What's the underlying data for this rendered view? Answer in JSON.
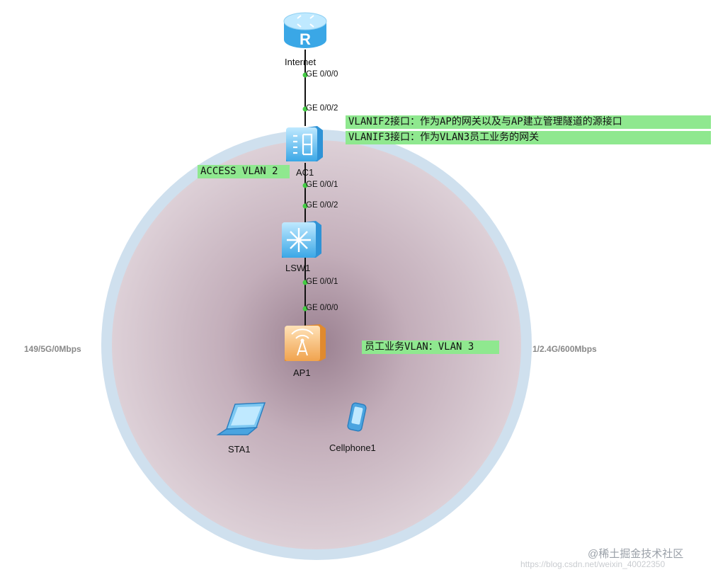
{
  "devices": {
    "internet": {
      "label": "Internet",
      "icon": "router-icon"
    },
    "ac1": {
      "label": "AC1",
      "icon": "access-controller-icon"
    },
    "lsw1": {
      "label": "LSW1",
      "icon": "switch-icon"
    },
    "ap1": {
      "label": "AP1",
      "icon": "access-point-icon"
    },
    "sta1": {
      "label": "STA1",
      "icon": "laptop-icon"
    },
    "cellphone1": {
      "label": "Cellphone1",
      "icon": "cellphone-icon"
    }
  },
  "ports": {
    "internet_ge": "GE 0/0/0",
    "ac1_up": "GE 0/0/2",
    "ac1_down": "GE 0/0/1",
    "lsw1_up": "GE 0/0/2",
    "lsw1_down": "GE 0/0/1",
    "ap1_up": "GE 0/0/0"
  },
  "annotations": {
    "vlanif2": "VLANIF2接口：作为AP的网关以及与AP建立管理隧道的源接口",
    "vlanif3": "VLANIF3接口：作为VLAN3员工业务的网关",
    "access_vlan": "ACCESS VLAN 2",
    "staff_vlan": "员工业务VLAN：VLAN 3"
  },
  "radio": {
    "band_5g": "149/5G/0Mbps",
    "band_24g": "1/2.4G/600Mbps"
  },
  "watermark": {
    "brand": "@稀土掘金技术社区",
    "url": "https://blog.csdn.net/weixin_40022350"
  },
  "colors": {
    "note_bg": "#8fe88f",
    "outer_ring": "#cfe0ee",
    "inner_coverage": "#d7c6d0",
    "link": "#111111",
    "port_dot": "#44cc44"
  }
}
